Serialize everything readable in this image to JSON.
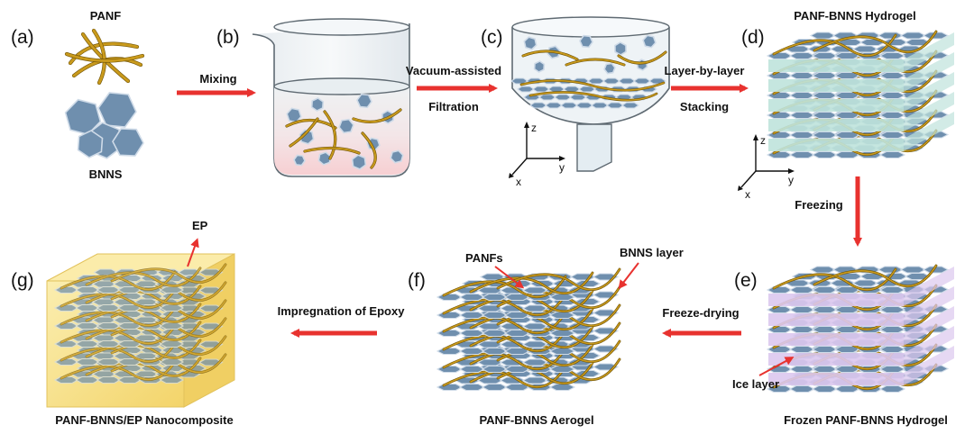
{
  "panels": {
    "a": {
      "letter": "(a)",
      "top_label": "PANF",
      "bottom_label": "BNNS"
    },
    "b": {
      "letter": "(b)"
    },
    "c": {
      "letter": "(c)"
    },
    "d": {
      "letter": "(d)",
      "title": "PANF-BNNS Hydrogel"
    },
    "e": {
      "letter": "(e)",
      "title": "Frozen PANF-BNNS Hydrogel",
      "ice_label": "Ice layer"
    },
    "f": {
      "letter": "(f)",
      "title": "PANF-BNNS Aerogel",
      "fiber_label": "PANFs",
      "layer_label": "BNNS layer"
    },
    "g": {
      "letter": "(g)",
      "title": "PANF-BNNS/EP Nanocomposite",
      "ep_label": "EP"
    }
  },
  "steps": {
    "mixing": "Mixing",
    "filtration_line1": "Vacuum-assisted",
    "filtration_line2": "Filtration",
    "stacking_line1": "Layer-by-layer",
    "stacking_line2": "Stacking",
    "freezing": "Freezing",
    "freeze_drying": "Freeze-drying",
    "impregnation": "Impregnation of Epoxy"
  },
  "axes": {
    "z": "z",
    "y": "y",
    "x": "x"
  },
  "colors": {
    "arrow": "#e8322f",
    "bnns_fill": "#6f8fae",
    "bnns_edge": "#cfdbe8",
    "fiber": "#c99a1c",
    "hydrogel_layer": "#bfe3dc",
    "ice_layer": "#dcc8ee",
    "epoxy": "#f7df86",
    "liquid": "#f6d6d8"
  }
}
